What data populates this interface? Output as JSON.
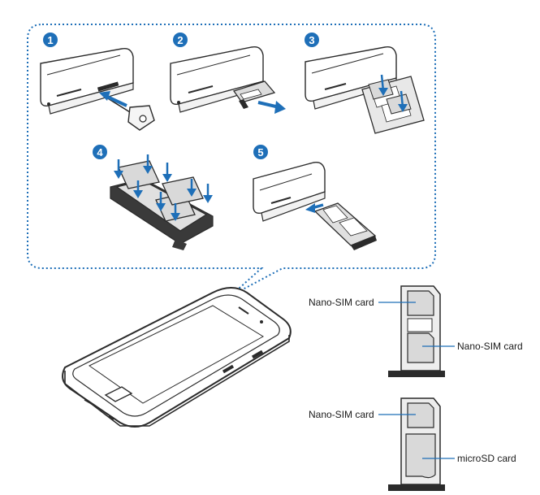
{
  "steps": [
    {
      "number": "1"
    },
    {
      "number": "2"
    },
    {
      "number": "3"
    },
    {
      "number": "4"
    },
    {
      "number": "5"
    }
  ],
  "tray_labels": {
    "top_tray_upper_slot": "Nano-SIM card",
    "top_tray_lower_slot": "Nano-SIM card",
    "bottom_tray_upper_slot": "Nano-SIM card",
    "bottom_tray_lower_slot": "microSD card"
  },
  "colors": {
    "accent_blue": "#1e6fb8",
    "line_dark": "#2b2b2b",
    "card_fill": "#d9d9d9",
    "tray_fill": "#ededed"
  }
}
